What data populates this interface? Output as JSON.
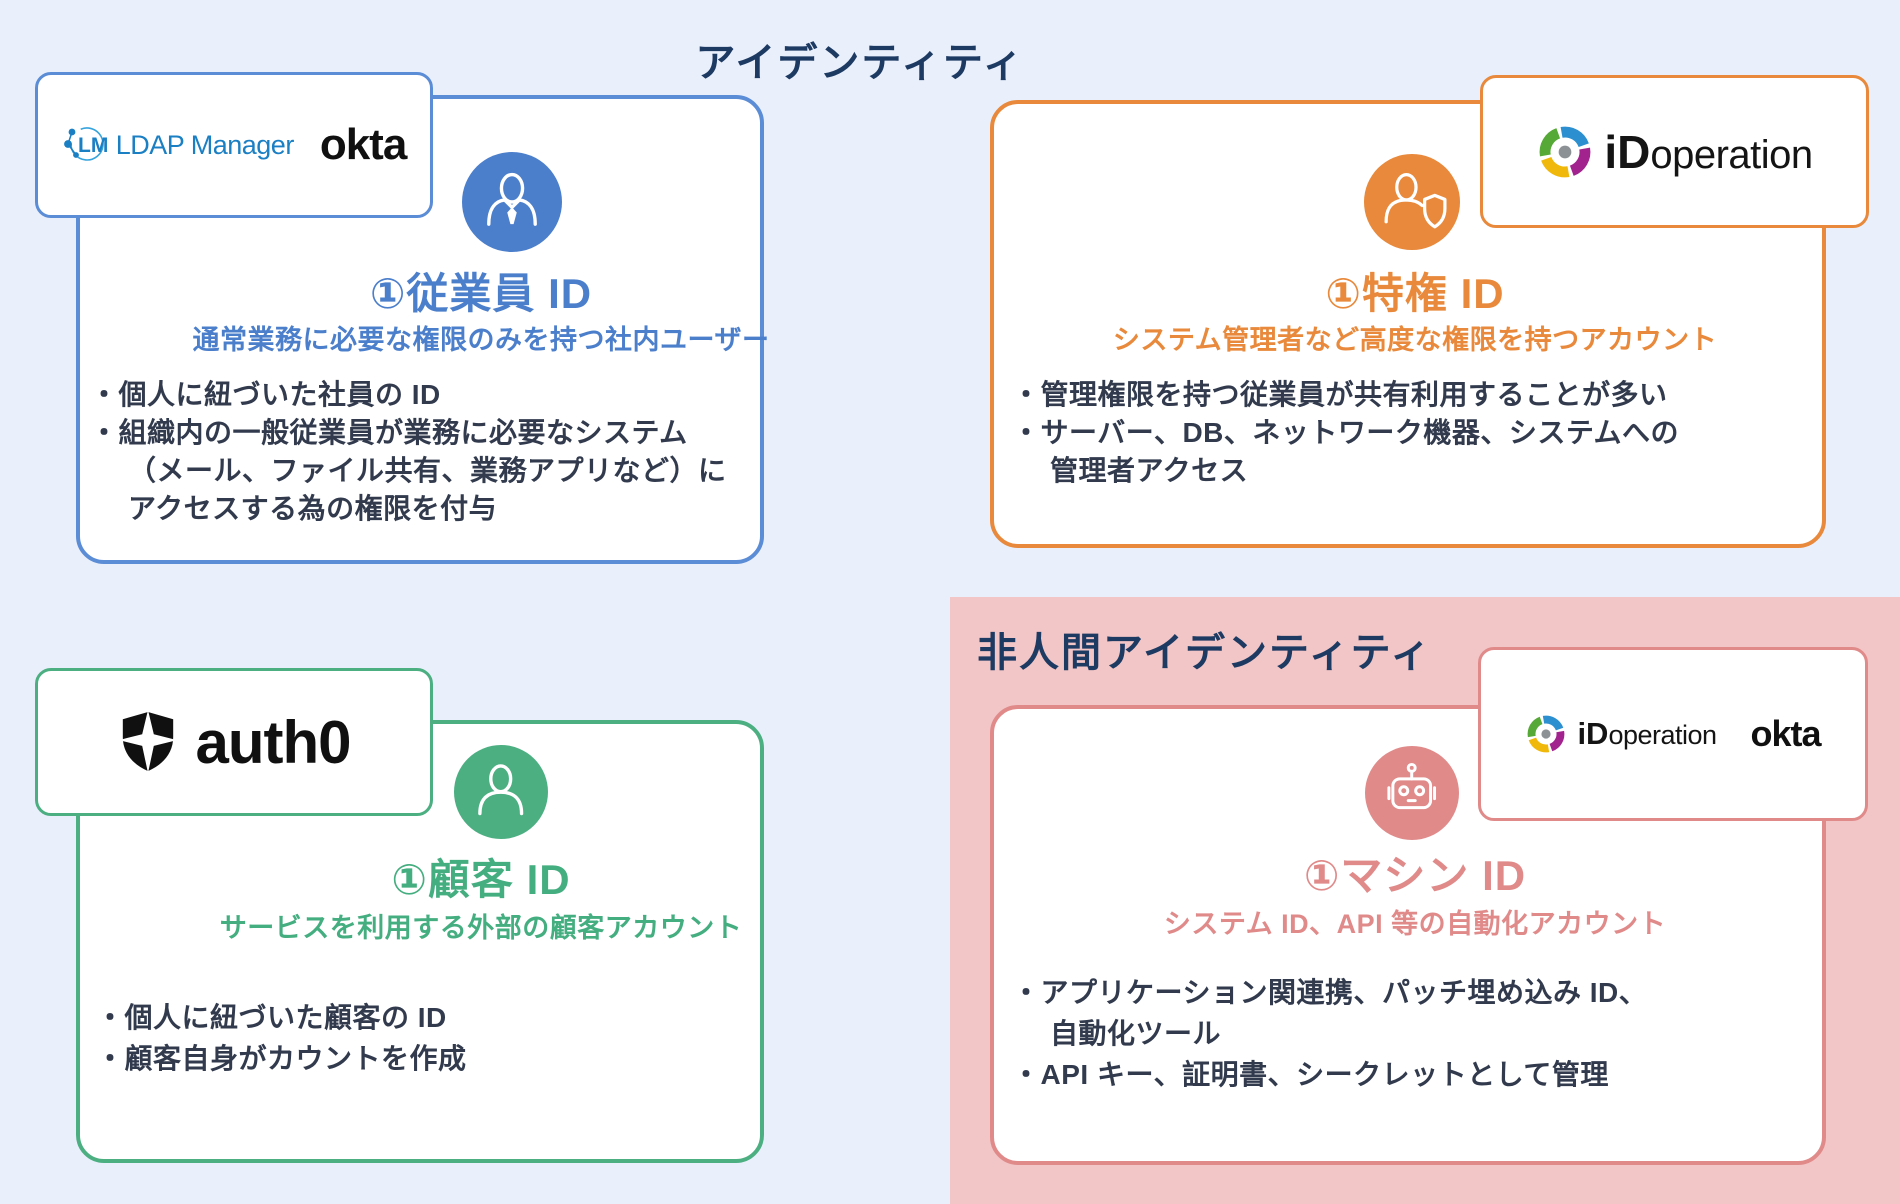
{
  "title": "アイデンティティ",
  "nonhuman": {
    "title": "非人間アイデンティティ"
  },
  "logos": {
    "ldap_manager": {
      "mark": "LM",
      "text": "LDAP Manager"
    },
    "okta": {
      "text": "okta"
    },
    "idoperation": {
      "lead": "iD",
      "rest": "operation"
    },
    "auth0": {
      "text": "auth0"
    }
  },
  "cards": {
    "employee": {
      "heading": "①従業員 ID",
      "subtitle": "通常業務に必要な権限のみを持つ社内ユーザー",
      "bullets": [
        "・個人に紐づいた社員の ID",
        "・組織内の一般従業員が業務に必要なシステム",
        "（メール、ファイル共有、業務アプリなど）に",
        "アクセスする為の権限を付与"
      ]
    },
    "privileged": {
      "heading": "①特権 ID",
      "subtitle": "システム管理者など高度な権限を持つアカウント",
      "bullets": [
        "・管理権限を持つ従業員が共有利用することが多い",
        "・サーバー、DB、ネットワーク機器、システムへの",
        "管理者アクセス"
      ]
    },
    "customer": {
      "heading": "①顧客 ID",
      "subtitle": "サービスを利用する外部の顧客アカウント",
      "bullets": [
        "・個人に紐づいた顧客の ID",
        "・顧客自身がカウントを作成"
      ]
    },
    "machine": {
      "heading": "①マシン ID",
      "subtitle": "システム ID、API 等の自動化アカウント",
      "bullets": [
        "・アプリケーション関連携、パッチ埋め込み ID、",
        "自動化ツール",
        "・API キー、証明書、シークレットとして管理"
      ]
    }
  },
  "colors": {
    "background": "#E9EFFB",
    "nonhuman_background": "#F2C5C6",
    "navy": "#1D3A63",
    "body_text": "#323B4E",
    "employee_accent": "#4C7FCB",
    "privileged_accent": "#E8893B",
    "customer_accent": "#4CAF82",
    "machine_accent": "#E08A8A",
    "ldap_blue": "#1B7FC4",
    "ido_blue": "#2B8FD0",
    "ido_magenta": "#A3238E",
    "ido_yellow": "#F0B80B",
    "ido_green": "#56A936"
  }
}
